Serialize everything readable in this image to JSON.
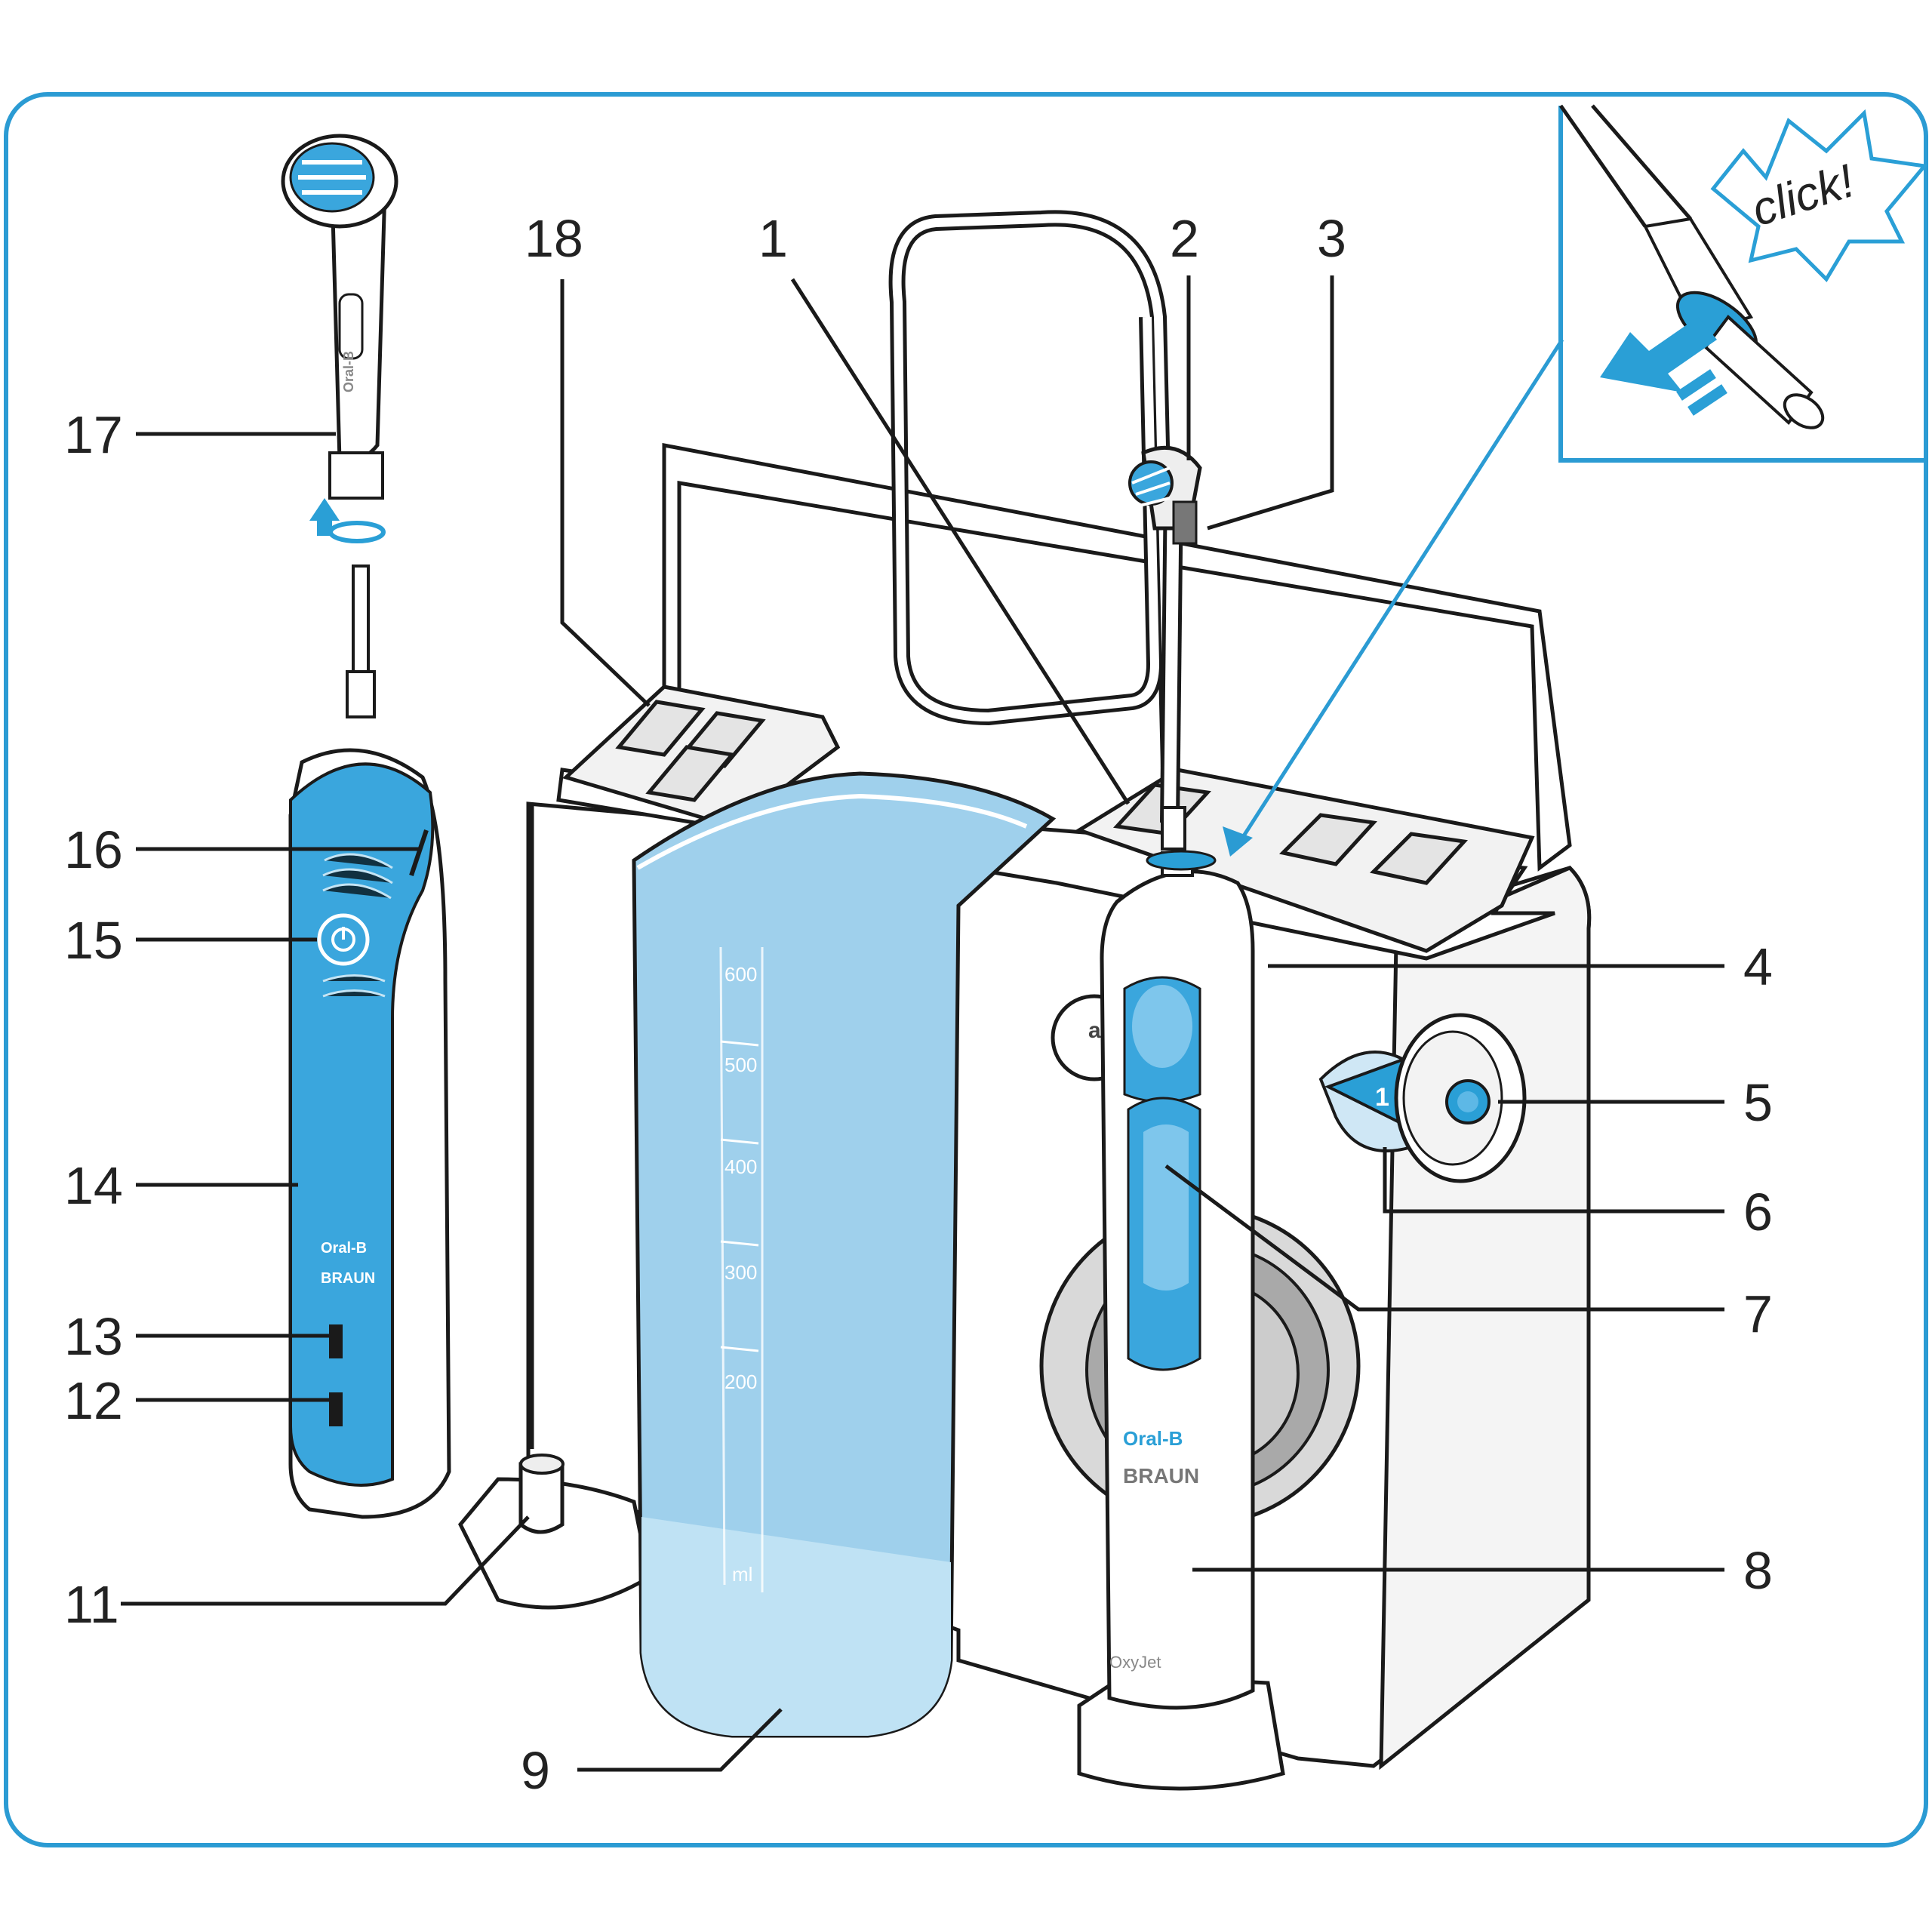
{
  "callouts": {
    "c1": "1",
    "c2": "2",
    "c3": "3",
    "c4": "4",
    "c5": "5",
    "c6": "6",
    "c7": "7",
    "c8": "8",
    "c9": "9",
    "c11": "11",
    "c12": "12",
    "c13": "13",
    "c14": "14",
    "c15": "15",
    "c16": "16",
    "c17": "17",
    "c18": "18"
  },
  "inset": {
    "click_label": "click!"
  },
  "reservoir": {
    "scale": [
      "600",
      "500",
      "400",
      "300",
      "200"
    ],
    "unit": "ml"
  },
  "brand_text": {
    "oralb": "Oral-B",
    "braun": "BRAUN",
    "model": "OxyJet",
    "filter_label": "air filter",
    "dial_number": "1"
  },
  "colors": {
    "accent_blue": "#2a9fd6",
    "brush_blue": "#3aa6dd",
    "tank_blue": "#9fd0ec",
    "frame_blue": "#2b9bd3",
    "outline": "#1a1a1a"
  }
}
